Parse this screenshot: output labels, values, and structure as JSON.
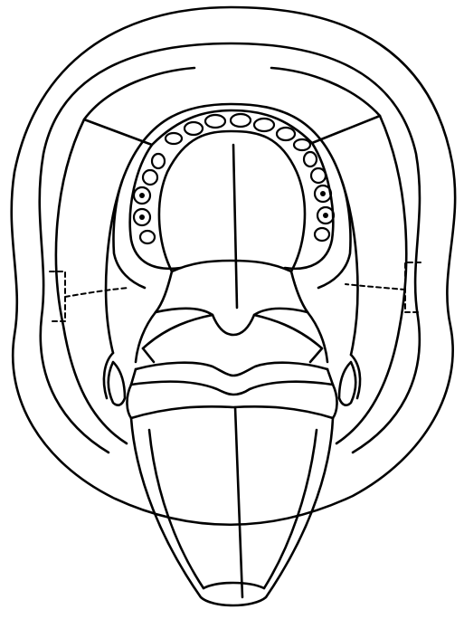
{
  "figure": {
    "line_color": "#000000",
    "background": "#ffffff",
    "parts": [
      {
        "name": "outer-face-outline"
      },
      {
        "name": "inner-cheek-outline"
      },
      {
        "name": "upper-dental-arch"
      },
      {
        "name": "hard-palate"
      },
      {
        "name": "soft-palate"
      },
      {
        "name": "tongue"
      },
      {
        "name": "buccal-division-lines"
      },
      {
        "name": "dashed-duct-markers"
      }
    ]
  }
}
